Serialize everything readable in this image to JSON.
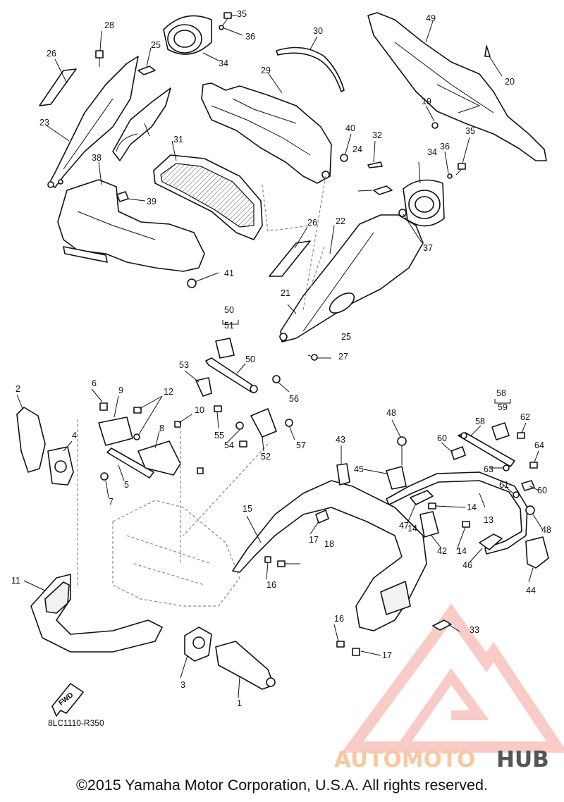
{
  "diagram": {
    "code": "8LC1110-R350",
    "fwd_label": "FWD",
    "callouts": [
      "1",
      "2",
      "3",
      "4",
      "5",
      "6",
      "7",
      "8",
      "9",
      "10",
      "11",
      "12",
      "13",
      "14",
      "14",
      "14",
      "15",
      "16",
      "16",
      "17",
      "17",
      "18",
      "19",
      "20",
      "21",
      "22",
      "23",
      "24",
      "25",
      "25",
      "26",
      "26",
      "27",
      "28",
      "29",
      "30",
      "31",
      "32",
      "33",
      "34",
      "34",
      "35",
      "35",
      "36",
      "36",
      "37",
      "38",
      "39",
      "40",
      "41",
      "42",
      "43",
      "44",
      "45",
      "46",
      "47",
      "48",
      "48",
      "49",
      "50",
      "50",
      "51",
      "52",
      "53",
      "54",
      "55",
      "56",
      "57",
      "58",
      "58",
      "59",
      "60",
      "60",
      "61",
      "62",
      "63",
      "64"
    ]
  },
  "watermark": {
    "part1": "AUTOMOTO",
    "part2": "HUB",
    "color_primary": "#f4a29a",
    "color_text1": "#f8c9a0",
    "color_text2": "#555555"
  },
  "footer": {
    "copyright": "©2015 Yamaha Motor Corporation, U.S.A. All rights reserved."
  }
}
